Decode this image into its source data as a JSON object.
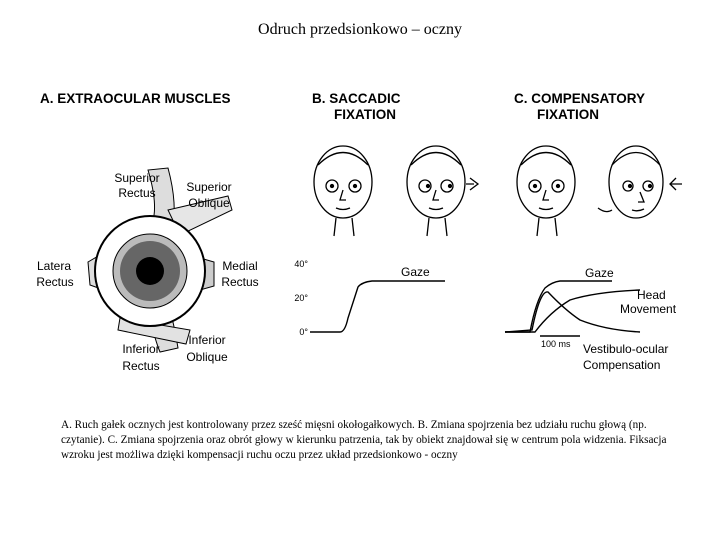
{
  "title": "Odruch przedsionkowo – oczny",
  "panels": {
    "a": {
      "header": "A.  EXTRAOCULAR  MUSCLES",
      "labels": {
        "superior_rectus_1": "Superior",
        "superior_rectus_2": "Rectus",
        "superior_oblique_1": "Superior",
        "superior_oblique_2": "Oblique",
        "lateral_rectus_1": "Latera",
        "lateral_rectus_2": "Rectus",
        "medial_rectus_1": "Medial",
        "medial_rectus_2": "Rectus",
        "inferior_rectus_1": "Inferior",
        "inferior_rectus_2": "Rectus",
        "inferior_oblique_1": "Inferior",
        "inferior_oblique_2": "Oblique"
      }
    },
    "b": {
      "header_1": "B.  SACCADIC",
      "header_2": "FIXATION",
      "y_ticks": [
        "40°",
        "20°",
        "0°"
      ],
      "gaze_label": "Gaze"
    },
    "c": {
      "header_1": "C.  COMPENSATORY",
      "header_2": "FIXATION",
      "gaze_label": "Gaze",
      "head_label_1": "Head",
      "head_label_2": "Movement",
      "time_scale": "100 ms",
      "vor_label_1": "Vestibulo-ocular",
      "vor_label_2": "Compensation"
    }
  },
  "caption": "A. Ruch gałek ocznych jest kontrolowany przez sześć mięsni okołogałkowych. B. Zmiana spojrzenia bez udziału ruchu głową (np. czytanie). C. Zmiana spojrzenia oraz obrót głowy w kierunku patrzenia, tak by obiekt znajdował się w centrum pola widzenia. Fiksacja wzroku jest możliwa dzięki kompensacji ruchu oczu przez układ przedsionkowo - oczny"
}
